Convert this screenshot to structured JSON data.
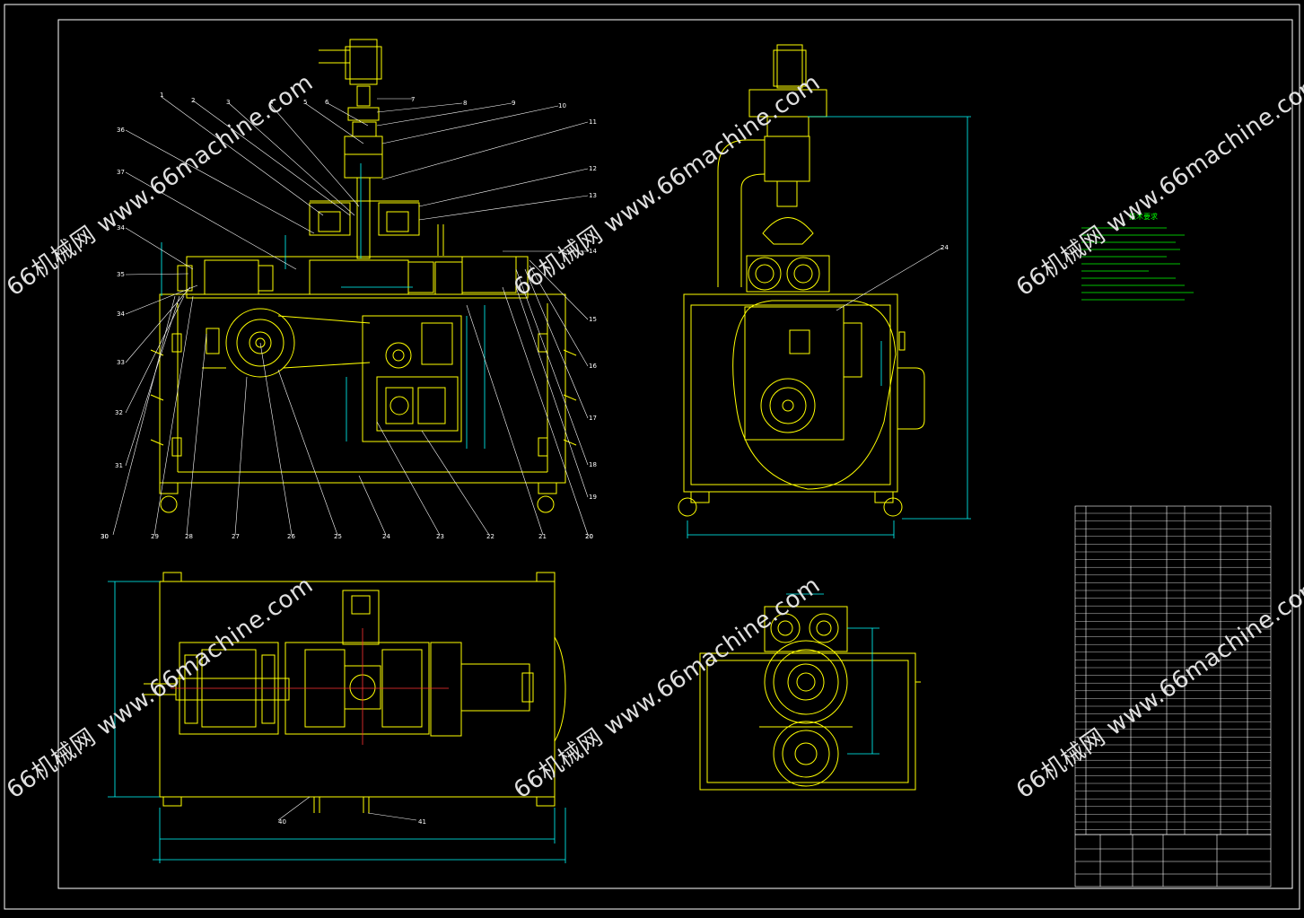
{
  "watermark": {
    "text": "66机械网 www.66machine.com",
    "color": "#ffffff"
  },
  "colors": {
    "background": "#000000",
    "frame": "#ffffff",
    "outline": "#ffff00",
    "dimension": "#00ffff",
    "annotation": "#00ff00",
    "center_line": "#ff3333"
  },
  "views": {
    "front_view": "machine front view with callouts",
    "side_view": "machine side view",
    "top_view": "machine top view",
    "section_view": "roller section view",
    "tech_requirements": "技术要求 notes block (illegible)",
    "parts_list": "bill of materials table (illegible)",
    "title_block": "title block (illegible)"
  },
  "callouts_left": [
    "36",
    "37",
    "34",
    "35",
    "34",
    "33",
    "32",
    "31",
    "30"
  ],
  "callouts_top": [
    "1",
    "2",
    "3",
    "4",
    "5",
    "6",
    "7",
    "8",
    "9",
    "10",
    "11",
    "12",
    "13",
    "14"
  ],
  "callouts_right": [
    "15",
    "16",
    "17",
    "18",
    "19",
    "20"
  ],
  "callouts_bottom": [
    "30",
    "29",
    "28",
    "27",
    "26",
    "25",
    "24",
    "23",
    "22",
    "21",
    "20"
  ],
  "callouts_top_view": [
    "40",
    "41"
  ],
  "callout_side_view": "24",
  "tech_title": "技术要求"
}
